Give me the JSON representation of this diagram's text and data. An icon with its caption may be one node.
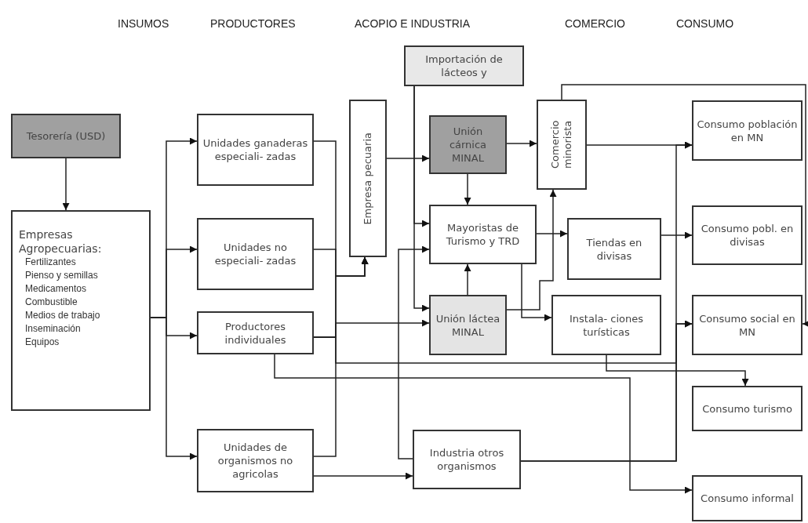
{
  "diagram": {
    "nodes": [
      {
        "text": [
          "Importación de lácteos y"
        ]
      },
      {
        "text": [
          "Tesorería (USD)"
        ]
      },
      {
        "text": [
          "Empresa pecuaria"
        ]
      },
      {
        "text": [
          "Comercio minorista"
        ]
      },
      {
        "text": [
          "Unidades ganaderas especiali- zadas"
        ]
      },
      {
        "text": [
          "Unión cárnica MINAL"
        ]
      },
      {
        "text": [
          "Consumo población en MN"
        ]
      },
      {
        "text": [
          "Empresas Agropecuarias:",
          "Fertilizantes",
          "Pienso y semillas",
          "Medicamentos",
          "Combustible",
          "Medios de trabajo",
          "Inseminación",
          "Equipos"
        ]
      },
      {
        "text": [
          "Unidades no especiali- zadas"
        ]
      },
      {
        "text": [
          "Mayoristas de Turismo y TRD"
        ]
      },
      {
        "text": [
          "Tiendas en divisas"
        ]
      },
      {
        "text": [
          "Consumo pobl. en divisas"
        ]
      },
      {
        "text": [
          "Unión láctea MINAL"
        ]
      },
      {
        "text": [
          "Instala- ciones turísticas"
        ]
      },
      {
        "text": [
          "Consumo social en MN"
        ]
      },
      {
        "text": [
          "Productores individuales"
        ]
      },
      {
        "text": [
          "Consumo turismo"
        ]
      },
      {
        "text": [
          "Unidades de organismos no agricolas"
        ]
      },
      {
        "text": [
          "Industria otros organismos"
        ]
      },
      {
        "text": [
          "Consumo informal"
        ]
      }
    ],
    "edges": [
      {
        "from": 1,
        "to": 7,
        "arrow": "to"
      },
      {
        "from": 7,
        "to": 4,
        "arrow": "to"
      },
      {
        "from": 7,
        "to": 8,
        "arrow": "to"
      },
      {
        "from": 7,
        "to": 15,
        "arrow": "to"
      },
      {
        "from": 7,
        "to": 17,
        "arrow": "to"
      },
      {
        "from": 4,
        "to": 2,
        "arrow": "to"
      },
      {
        "from": 8,
        "to": 2,
        "arrow": "to"
      },
      {
        "from": 15,
        "to": 2,
        "arrow": "to"
      },
      {
        "from": 17,
        "to": 2,
        "arrow": "to"
      },
      {
        "from": 2,
        "to": 5,
        "arrow": "to"
      },
      {
        "from": 0,
        "to": 9,
        "arrow": "to"
      },
      {
        "from": 0,
        "to": 12,
        "arrow": "to"
      },
      {
        "from": 5,
        "to": 3,
        "arrow": "to"
      },
      {
        "from": 5,
        "to": 9,
        "arrow": "to"
      },
      {
        "from": 12,
        "to": 9,
        "arrow": "to"
      },
      {
        "from": 18,
        "to": 9,
        "arrow": "to"
      },
      {
        "from": 17,
        "to": 18,
        "arrow": "to"
      },
      {
        "from": 9,
        "to": 10,
        "arrow": "to"
      },
      {
        "from": 9,
        "to": 13,
        "arrow": "to"
      },
      {
        "from": 12,
        "to": 3,
        "arrow": "to"
      },
      {
        "from": 3,
        "to": 6,
        "arrow": "to"
      },
      {
        "from": 3,
        "to": 14,
        "arrow": "to"
      },
      {
        "from": 10,
        "to": 11,
        "arrow": "to"
      },
      {
        "from": 13,
        "to": 16,
        "arrow": "to"
      },
      {
        "from": 18,
        "to": 6,
        "arrow": "to"
      },
      {
        "from": 18,
        "to": 14,
        "arrow": "to"
      },
      {
        "from": 15,
        "to": 12,
        "arrow": "to"
      },
      {
        "from": 15,
        "to": 14,
        "arrow": "to"
      },
      {
        "from": 15,
        "to": 19,
        "arrow": "to"
      }
    ],
    "labels": [
      "INSUMOS",
      "PRODUCTORES",
      "ACOPIO E INDUSTRIA",
      "COMERCIO",
      "CONSUMO"
    ]
  }
}
